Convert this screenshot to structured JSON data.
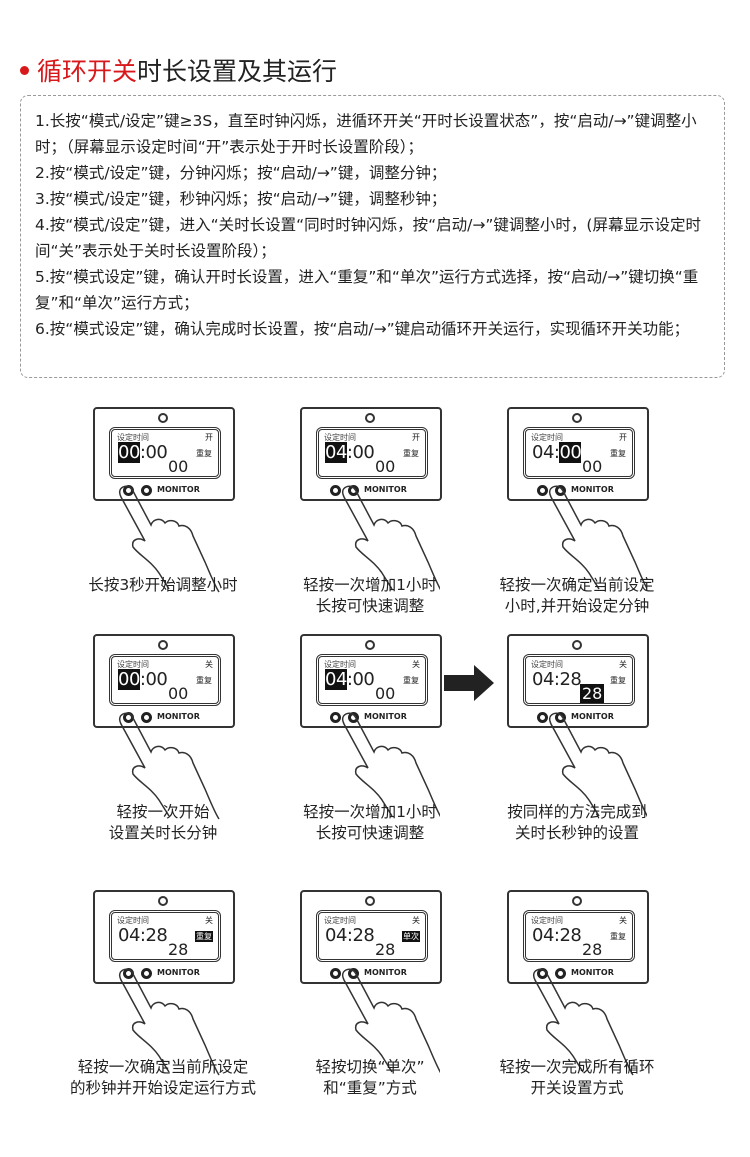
{
  "title": {
    "highlight": "循环开关",
    "rest": "时长设置及其运行"
  },
  "instructions": [
    "1.长按“模式/设定”键≥3S，直至时钟闪烁，进循环开关“开时长设置状态”，按“启动/→”键调整小时；（屏幕显示设定时间“开”表示处于开时长设置阶段）；",
    "2.按“模式/设定”键，分钟闪烁；按“启动/→”键，调整分钟；",
    "3.按“模式/设定”键，秒钟闪烁；按“启动/→”键，调整秒钟；",
    "4.按“模式/设定”键，进入“关时长设置“同时时钟闪烁，按“启动/→”键调整小时，(屏幕显示设定时间“关”表示处于关时长设置阶段）；",
    "5.按“模式设定”键，确认开时长设置，进入“重复”和“单次”运行方式选择，按“启动/→”键切换“重复”和“单次”运行方式；",
    "6.按“模式设定”键，确认完成时长设置，按“启动/→”键启动循环开关运行，实现循环开关功能；"
  ],
  "screen_label": "设定时间",
  "monitor_label": "MONITOR",
  "steps": [
    {
      "mode": "开",
      "hh": "00",
      "mm": "00",
      "sec": "00",
      "repeat": "重复",
      "hl": "hh",
      "caption": [
        "长按3秒开始调整小时"
      ]
    },
    {
      "mode": "开",
      "hh": "04",
      "mm": "00",
      "sec": "00",
      "repeat": "重复",
      "hl": "hh",
      "caption": [
        "轻按一次增加1小时",
        "长按可快速调整"
      ]
    },
    {
      "mode": "开",
      "hh": "04",
      "mm": "00",
      "sec": "00",
      "repeat": "重复",
      "hl": "mm",
      "caption": [
        "轻按一次确定当前设定",
        "小时,并开始设定分钟"
      ]
    },
    {
      "mode": "关",
      "hh": "00",
      "mm": "00",
      "sec": "00",
      "repeat": "重复",
      "hl": "hh",
      "caption": [
        "轻按一次开始",
        "设置关时长分钟"
      ]
    },
    {
      "mode": "关",
      "hh": "04",
      "mm": "00",
      "sec": "00",
      "repeat": "重复",
      "hl": "hh",
      "caption": [
        "轻按一次增加1小时",
        "长按可快速调整"
      ]
    },
    {
      "mode": "关",
      "hh": "04",
      "mm": "28",
      "sec": "28",
      "repeat": "重复",
      "hl": "sec",
      "caption": [
        "按同样的方法完成到",
        "关时长秒钟的设置"
      ]
    },
    {
      "mode": "关",
      "hh": "04",
      "mm": "28",
      "sec": "28",
      "repeat": "重复",
      "hl": "rep",
      "caption": [
        "轻按一次确定当前所设定",
        "的秒钟并开始设定运行方式"
      ]
    },
    {
      "mode": "关",
      "hh": "04",
      "mm": "28",
      "sec": "28",
      "repeat": "单次",
      "hl": "rep",
      "caption": [
        "轻按切换“单次”",
        "和“重复”方式"
      ]
    },
    {
      "mode": "关",
      "hh": "04",
      "mm": "28",
      "sec": "28",
      "repeat": "重复",
      "hl": "",
      "caption": [
        "轻按一次完成所有循环",
        "开关设置方式"
      ]
    }
  ]
}
